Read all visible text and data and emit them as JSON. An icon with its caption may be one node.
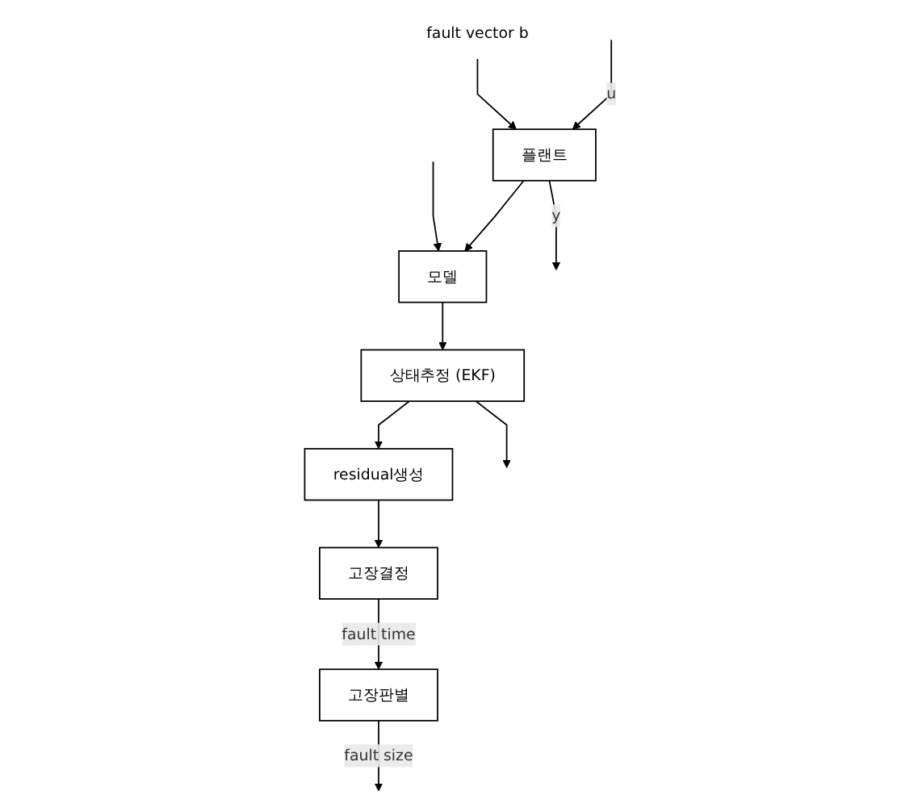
{
  "diagram": {
    "nodes": [
      {
        "text": [
          "플랜트"
        ]
      },
      {
        "text": [
          "모델"
        ]
      },
      {
        "text": [
          "상태추정 (EKF)"
        ]
      },
      {
        "text": [
          "residual생성"
        ]
      },
      {
        "text": [
          "고장결정"
        ]
      },
      {
        "text": [
          "고장판별"
        ]
      },
      {
        "text": [
          "fault vector b"
        ]
      }
    ],
    "edges": [
      {
        "from": 6,
        "to": 0,
        "arrow": "to"
      },
      {
        "from": null,
        "to": 0,
        "label": "u",
        "arrow": "to"
      },
      {
        "from": 0,
        "to": null,
        "label": "y",
        "arrow": "to"
      },
      {
        "from": null,
        "to": 1,
        "arrow": "to"
      },
      {
        "from": 0,
        "to": 1,
        "arrow": "to"
      },
      {
        "from": 1,
        "to": 2,
        "arrow": "to"
      },
      {
        "from": 2,
        "to": null,
        "arrow": "to"
      },
      {
        "from": 2,
        "to": 3,
        "arrow": "to"
      },
      {
        "from": 3,
        "to": 4,
        "arrow": "to"
      },
      {
        "from": 4,
        "to": 5,
        "label": "fault time",
        "arrow": "to"
      },
      {
        "from": 5,
        "to": null,
        "label": "fault size",
        "arrow": "to"
      }
    ]
  }
}
